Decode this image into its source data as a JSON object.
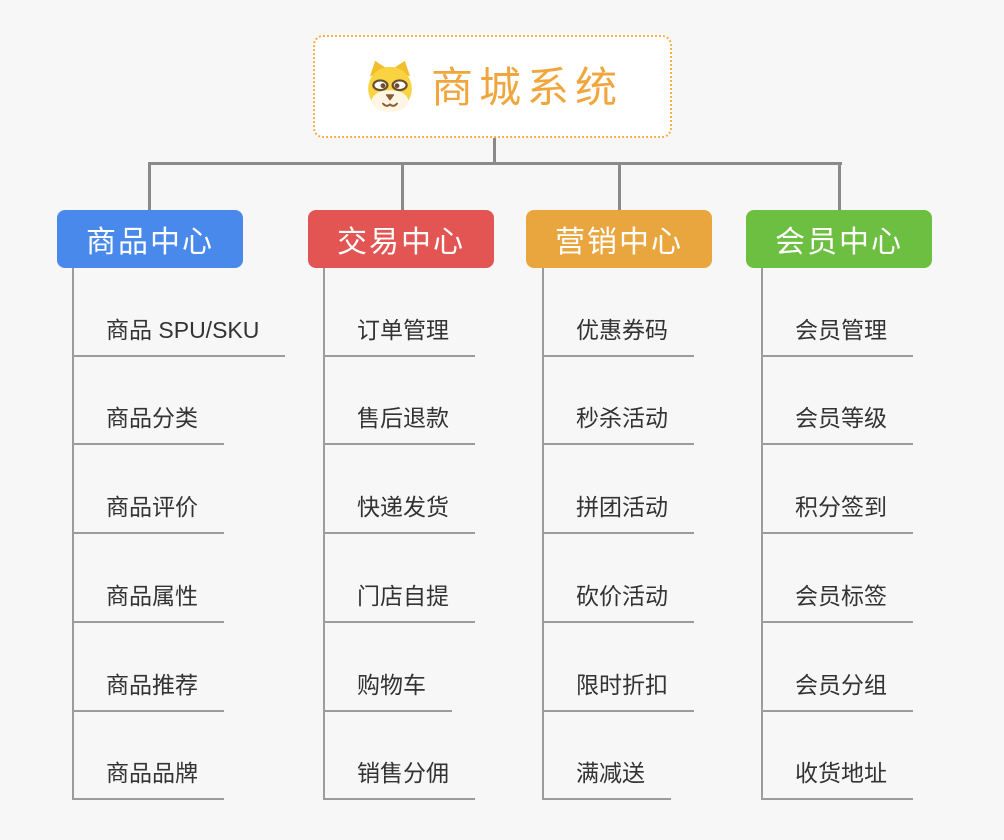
{
  "page": {
    "background_color": "#f7f7f7",
    "connector_color": "#8a8a8a",
    "line_color": "#9c9c9c"
  },
  "root": {
    "label": "商城系统",
    "icon": "dog-face-icon",
    "text_color": "#f0a63c",
    "border_color": "#f3b04e"
  },
  "branches": [
    {
      "label": "商品中心",
      "color": "#4a89ec",
      "items": [
        "商品 SPU/SKU",
        "商品分类",
        "商品评价",
        "商品属性",
        "商品推荐",
        "商品品牌"
      ]
    },
    {
      "label": "交易中心",
      "color": "#e25552",
      "items": [
        "订单管理",
        "售后退款",
        "快递发货",
        "门店自提",
        "购物车",
        "销售分佣"
      ]
    },
    {
      "label": "营销中心",
      "color": "#eaa63e",
      "items": [
        "优惠券码",
        "秒杀活动",
        "拼团活动",
        "砍价活动",
        "限时折扣",
        "满减送"
      ]
    },
    {
      "label": "会员中心",
      "color": "#6cbf40",
      "items": [
        "会员管理",
        "会员等级",
        "积分签到",
        "会员标签",
        "会员分组",
        "收货地址"
      ]
    }
  ]
}
